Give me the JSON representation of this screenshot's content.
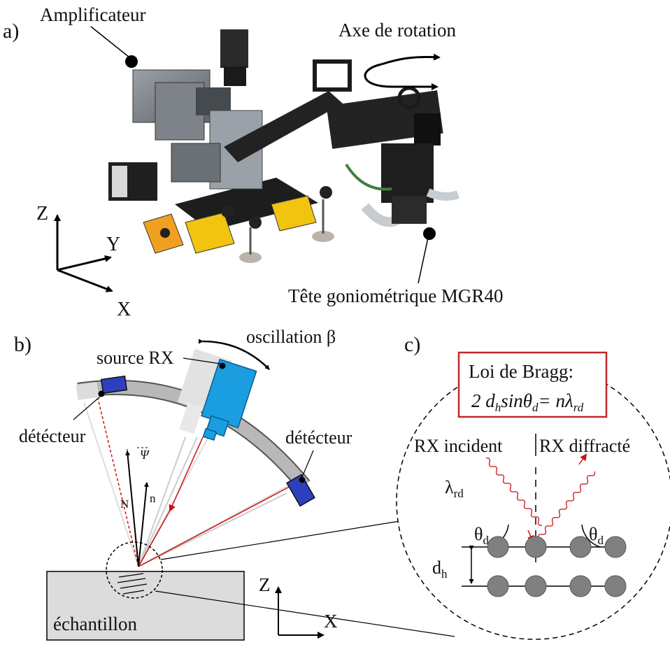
{
  "panel_a": {
    "letter": "a)",
    "amplifier_label": "Amplificateur",
    "rotation_axis_label": "Axe de rotation",
    "head_label": "Tête goniométrique MGR40",
    "axes": {
      "z": "Z",
      "y": "Y",
      "x": "X"
    }
  },
  "panel_b": {
    "letter": "b)",
    "oscillation_label": "oscillation β",
    "source_label": "source RX",
    "detector_left_label": "détécteur",
    "detector_right_label": "détécteur",
    "psi_label": "Ψ",
    "normal_N_label": "N",
    "normal_n_label": "n",
    "sample_label": "échantillon",
    "axes": {
      "z": "Z",
      "x": "X"
    }
  },
  "panel_c": {
    "letter": "c)",
    "law_title": "Loi de Bragg:",
    "law_formula": {
      "p1": "2 d",
      "p1_sub": "h",
      "p2": "sinθ",
      "p2_sub": "d",
      "p3": "= nλ",
      "p3_sub": "rd"
    },
    "incident_label": "RX incident",
    "diffracted_label": "RX diffracté",
    "lambda": {
      "main": "λ",
      "sub": "rd"
    },
    "theta_left": {
      "main": "θ",
      "sub": "d"
    },
    "theta_right": {
      "main": "θ",
      "sub": "d"
    },
    "spacing": {
      "main": "d",
      "sub": "h"
    }
  },
  "colors": {
    "ray_red": "#cc1111",
    "source_blue": "#1a9ee0",
    "detector_blue": "#2d3fbf",
    "arc_gray": "#b8b8b8",
    "atom_gray": "#808080",
    "box_red": "#c0282d",
    "sample_gray": "#dcdcdc"
  }
}
